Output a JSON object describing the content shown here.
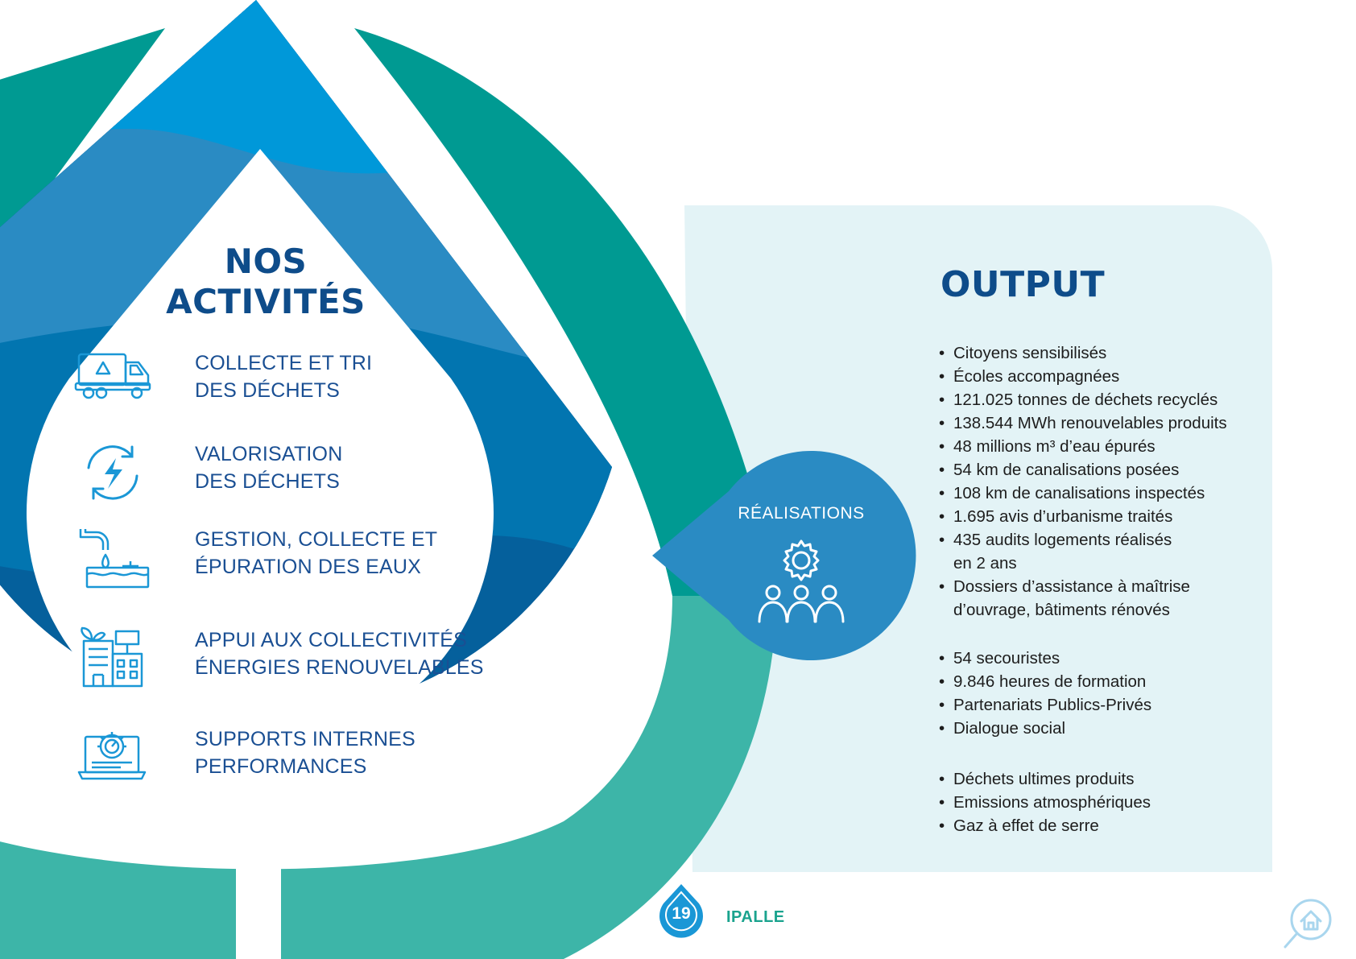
{
  "colors": {
    "teal_dark": "#009a92",
    "teal_light": "#3db5a8",
    "blue_1": "#0098d9",
    "blue_2": "#2a8bc3",
    "blue_3": "#0275b0",
    "blue_4": "#05609c",
    "blue_5": "#0b4a86",
    "navy_text": "#0e4c8a",
    "panel": "#e3f3f6"
  },
  "activities": {
    "title_line1": "NOS",
    "title_line2": "ACTIVITÉS",
    "items": [
      {
        "icon": "recycling-truck-icon",
        "line1": "COLLECTE ET TRI",
        "line2": "DES DÉCHETS"
      },
      {
        "icon": "energy-cycle-icon",
        "line1": "VALORISATION",
        "line2": "DES DÉCHETS"
      },
      {
        "icon": "water-pipe-icon",
        "line1": "GESTION, COLLECTE ET",
        "line2": "ÉPURATION DES EAUX"
      },
      {
        "icon": "green-building-icon",
        "line1": "APPUI AUX COLLECTIVITÉS",
        "line2": "ÉNERGIES RENOUVELABLES"
      },
      {
        "icon": "performance-laptop-icon",
        "line1": "SUPPORTS INTERNES",
        "line2": "PERFORMANCES"
      }
    ]
  },
  "realisations": {
    "label": "RÉALISATIONS",
    "icon": "team-gear-icon"
  },
  "output": {
    "title": "OUTPUT",
    "group1": [
      "Citoyens sensibilisés",
      "Écoles accompagnées",
      "121.025 tonnes de déchets recyclés",
      "138.544 MWh renouvelables produits",
      "48 millions m³ d’eau épurés",
      "54 km de canalisations posées",
      "108 km de canalisations inspectés",
      "1.695 avis d’urbanisme traités"
    ],
    "group1_multi": [
      {
        "line1": "435 audits logements réalisés",
        "line2": "en 2 ans"
      },
      {
        "line1": "Dossiers d’assistance à maîtrise",
        "line2": "d’ouvrage, bâtiments rénovés"
      }
    ],
    "group2": [
      "54 secouristes",
      "9.846 heures de formation",
      "Partenariats Publics-Privés",
      "Dialogue social"
    ],
    "group3": [
      "Déchets ultimes produits",
      "Emissions atmosphériques",
      "Gaz à effet de serre"
    ]
  },
  "footer": {
    "page_number": "19",
    "brand": "IPALLE",
    "search_icon": "house-search-icon"
  }
}
